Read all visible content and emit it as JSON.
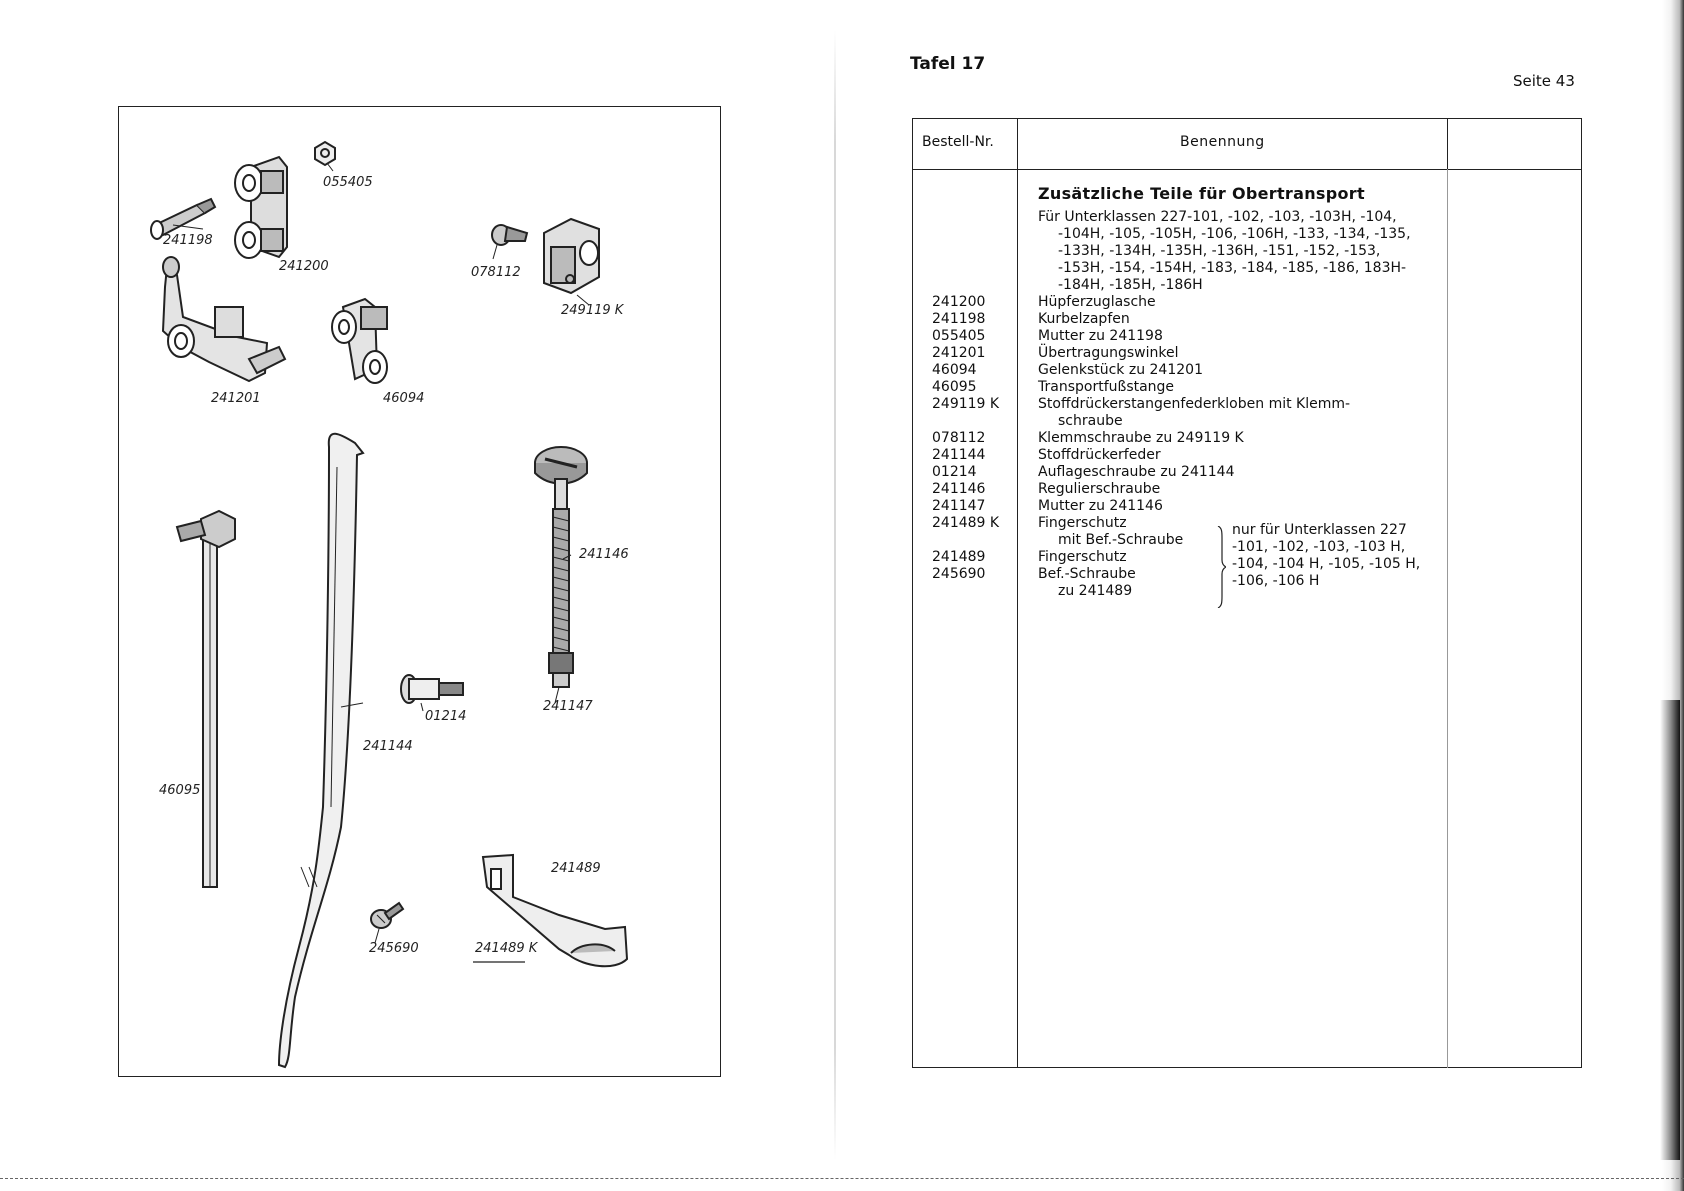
{
  "left_page": {
    "part_labels": {
      "p055405": "055405",
      "p241198": "241198",
      "p241200": "241200",
      "p078112": "078112",
      "p249119K": "249119 K",
      "p241201": "241201",
      "p46094": "46094",
      "p241146": "241146",
      "p46095": "46095",
      "p01214": "01214",
      "p241147": "241147",
      "p241144": "241144",
      "p241489": "241489",
      "p245690": "245690",
      "p241489K": "241489 K"
    }
  },
  "right_page": {
    "plate": "Tafel 17",
    "page": "Seite 43",
    "header": {
      "number": "Bestell-Nr.",
      "name": "Benennung"
    },
    "section_title": "Zusätzliche Teile für Obertransport",
    "intro_lines": [
      "Für Unterklassen 227-101, -102, -103, -103H, -104,",
      "-104H, -105, -105H, -106, -106H, -133, -134, -135,",
      "-133H, -134H, -135H, -136H, -151, -152, -153,",
      "-153H, -154, -154H, -183, -184, -185, -186, 183H-",
      "-184H, -185H, -186H"
    ],
    "rows": [
      {
        "num": "241200",
        "name": "Hüpferzuglasche",
        "cont": ""
      },
      {
        "num": "241198",
        "name": "Kurbelzapfen",
        "cont": ""
      },
      {
        "num": "055405",
        "name": "Mutter zu 241198",
        "cont": ""
      },
      {
        "num": "241201",
        "name": "Übertragungswinkel",
        "cont": ""
      },
      {
        "num": "46094",
        "name": "Gelenkstück zu 241201",
        "cont": ""
      },
      {
        "num": "46095",
        "name": "Transportfußstange",
        "cont": ""
      },
      {
        "num": "249119 K",
        "name": "Stoffdrückerstangenfederkloben mit Klemm-",
        "cont": "schraube"
      },
      {
        "num": "078112",
        "name": "Klemmschraube zu 249119 K",
        "cont": ""
      },
      {
        "num": "241144",
        "name": "Stoffdrückerfeder",
        "cont": ""
      },
      {
        "num": "01214",
        "name": "Auflageschraube zu 241144",
        "cont": ""
      },
      {
        "num": "241146",
        "name": "Regulierschraube",
        "cont": ""
      },
      {
        "num": "241147",
        "name": "Mutter zu 241146",
        "cont": ""
      },
      {
        "num": "241489 K",
        "name": "Fingerschutz",
        "cont": "mit Bef.-Schraube"
      },
      {
        "num": "241489",
        "name": "Fingerschutz",
        "cont": ""
      },
      {
        "num": "245690",
        "name": "Bef.-Schraube",
        "cont": "zu 241489"
      }
    ],
    "brace_note": [
      "nur für Unterklassen 227",
      "-101, -102, -103, -103 H,",
      "-104, -104 H, -105, -105 H,",
      "-106, -106 H"
    ]
  }
}
